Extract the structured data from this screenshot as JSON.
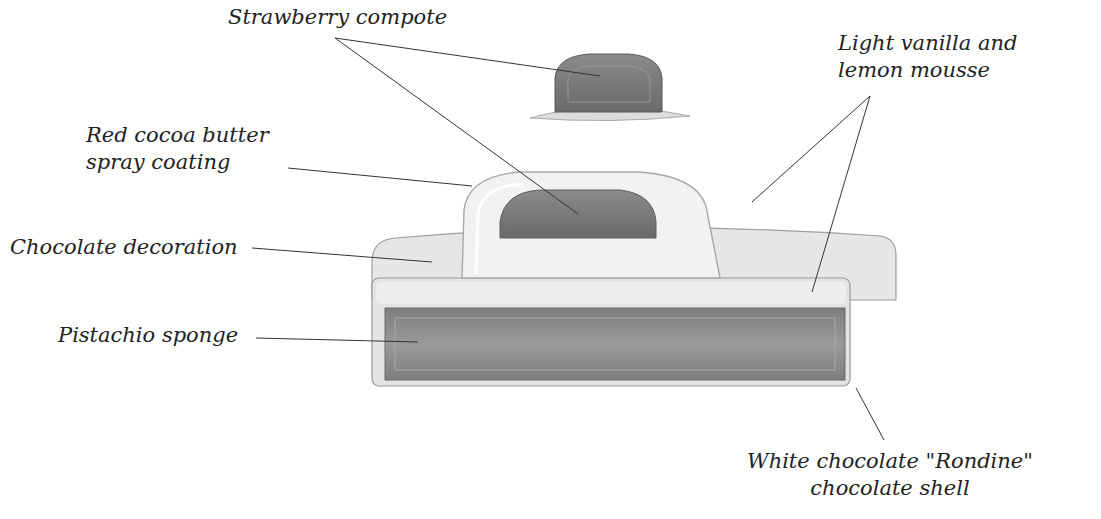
{
  "diagram": {
    "labels": [
      "Strawberry compote",
      "Light vanilla and lemon mousse",
      "Red cocoa butter spray coating",
      "Chocolate decoration",
      "Pistachio sponge",
      "White chocolate \"Rondine\" chocolate shell"
    ]
  }
}
